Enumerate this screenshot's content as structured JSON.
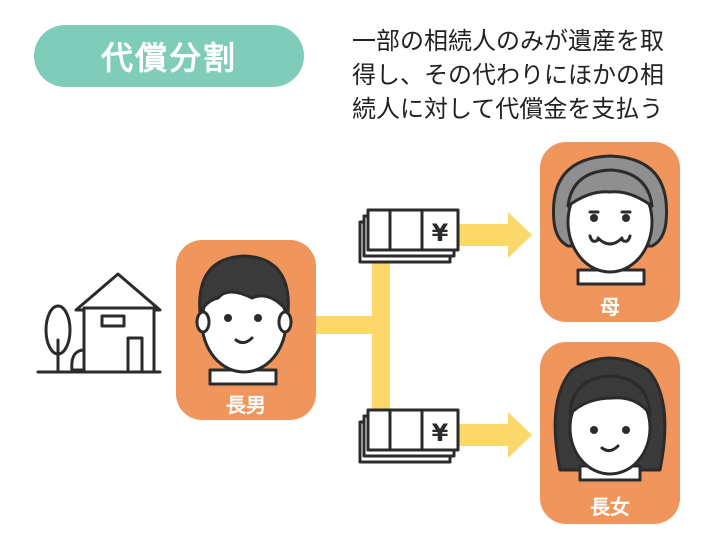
{
  "title": "代償分割",
  "description": {
    "lines": [
      "一部の相続人のみが遺産を取",
      "得し、その代わりにほかの相",
      "続人に対して代償金を支払う"
    ]
  },
  "nodes": {
    "eldest_son": {
      "label": "長男"
    },
    "mother": {
      "label": "母"
    },
    "eldest_daughter": {
      "label": "長女"
    }
  },
  "money": {
    "currency_symbol": "¥"
  },
  "colors": {
    "accent_teal": "#7fcdb9",
    "card_orange": "#f0955c",
    "connector_yellow": "#fcd86a",
    "outline": "#2b2b2b",
    "hair_gray": "#8f8f8f"
  },
  "icons": [
    "house-icon",
    "money-bundle-icon",
    "arrow-icon",
    "person-icon"
  ]
}
